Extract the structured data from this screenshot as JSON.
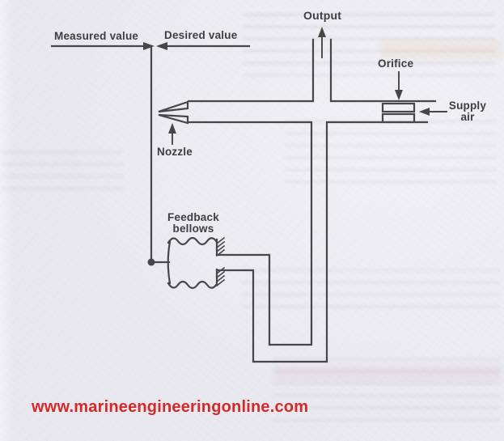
{
  "diagram": {
    "title_context": "Pneumatic flapper-nozzle control amplifier diagram",
    "labels": {
      "measured_value": "Measured value",
      "desired_value": "Desired value",
      "output": "Output",
      "orifice": "Orifice",
      "supply_line1": "Supply",
      "supply_line2": "air",
      "nozzle": "Nozzle",
      "feedback_line1": "Feedback",
      "feedback_line2": "bellows"
    },
    "icons": {
      "measured_value_arrow": "arrow-right",
      "desired_value_arrow": "arrow-left",
      "output_arrow": "arrow-up",
      "orifice_arrow": "arrow-down",
      "supply_air_arrow": "arrow-left",
      "nozzle_arrow": "arrow-up"
    },
    "colors": {
      "line": "#474747",
      "text": "#3e3e3e",
      "paper": "#eaeaf0",
      "watermark_red": "#d42929"
    }
  },
  "watermark": {
    "text": "www.marineengineeringonline.com"
  }
}
